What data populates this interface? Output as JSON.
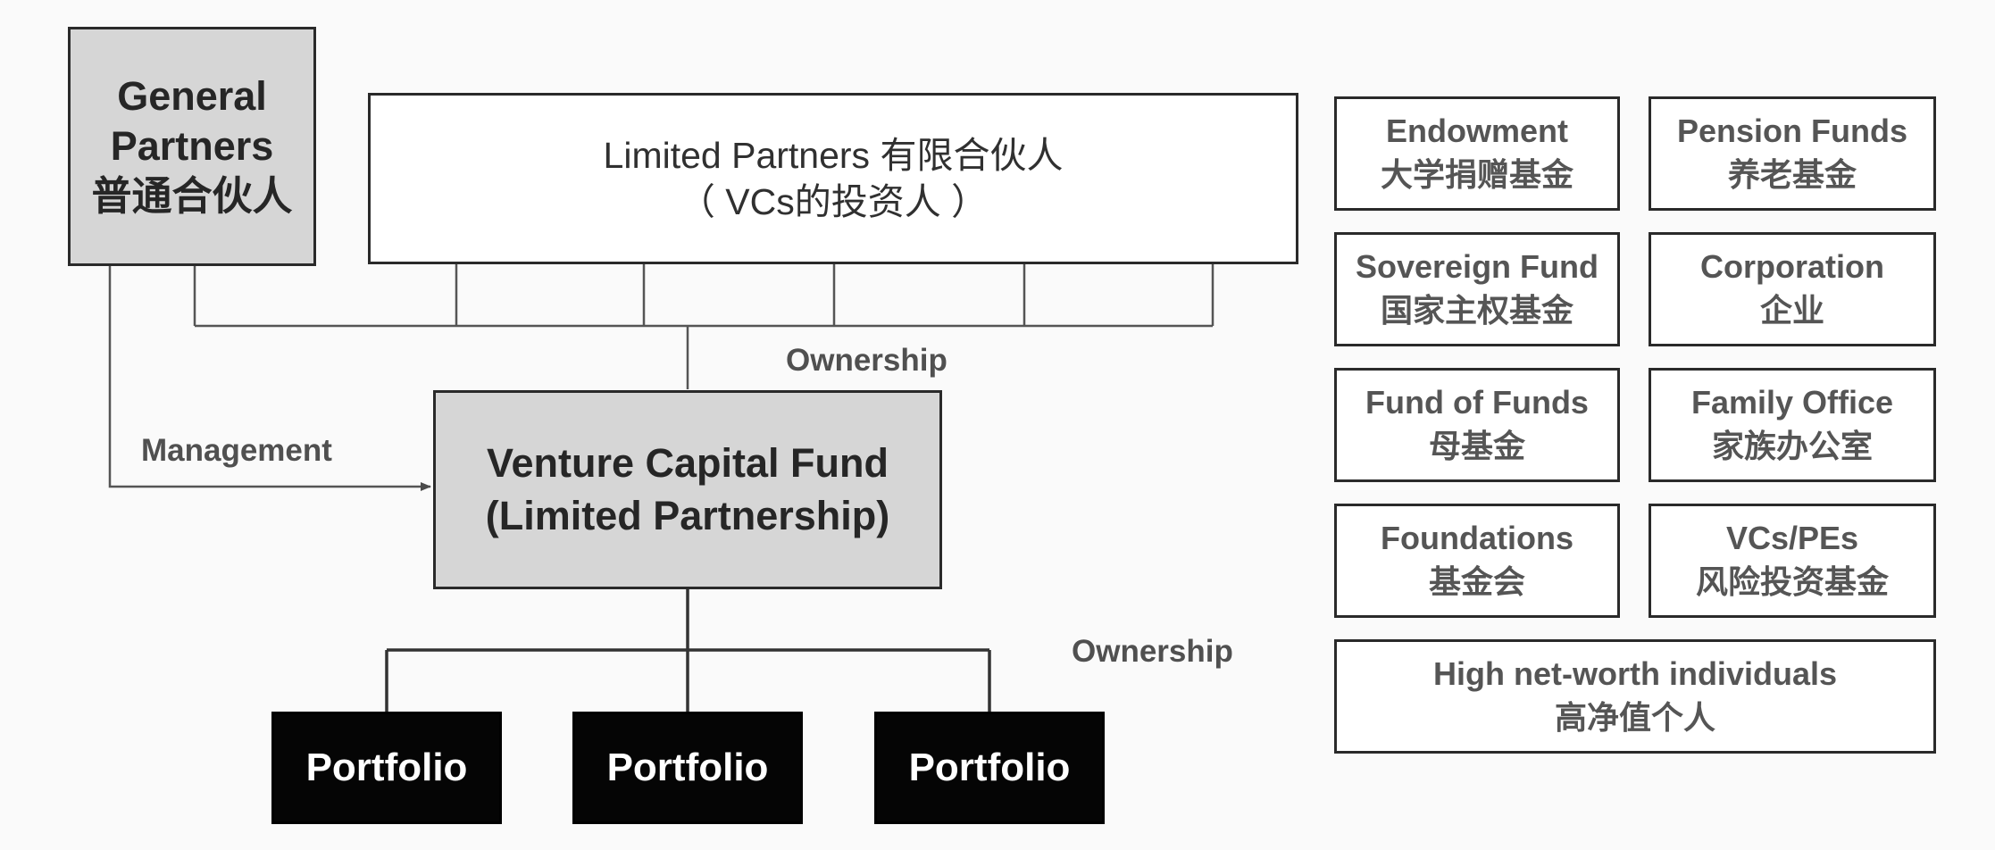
{
  "general_partners": {
    "line1": "General",
    "line2": "Partners",
    "line3": "普通合伙人"
  },
  "limited_partners": {
    "line1": "Limited Partners 有限合伙人",
    "line2": "（ VCs的投资人 ）"
  },
  "fund": {
    "line1": "Venture Capital Fund",
    "line2": "(Limited Partnership)"
  },
  "labels": {
    "management": "Management",
    "ownership_top": "Ownership",
    "ownership_bottom": "Ownership"
  },
  "portfolios": [
    "Portfolio",
    "Portfolio",
    "Portfolio"
  ],
  "investor_types": [
    {
      "en": "Endowment",
      "zh": "大学捐赠基金"
    },
    {
      "en": "Pension Funds",
      "zh": "养老基金"
    },
    {
      "en": "Sovereign Fund",
      "zh": "国家主权基金"
    },
    {
      "en": "Corporation",
      "zh": "企业"
    },
    {
      "en": "Fund of Funds",
      "zh": "母基金"
    },
    {
      "en": "Family Office",
      "zh": "家族办公室"
    },
    {
      "en": "Foundations",
      "zh": "基金会"
    },
    {
      "en": "VCs/PEs",
      "zh": "风险投资基金"
    },
    {
      "en": "High net-worth individuals",
      "zh": "高净值个人"
    }
  ]
}
